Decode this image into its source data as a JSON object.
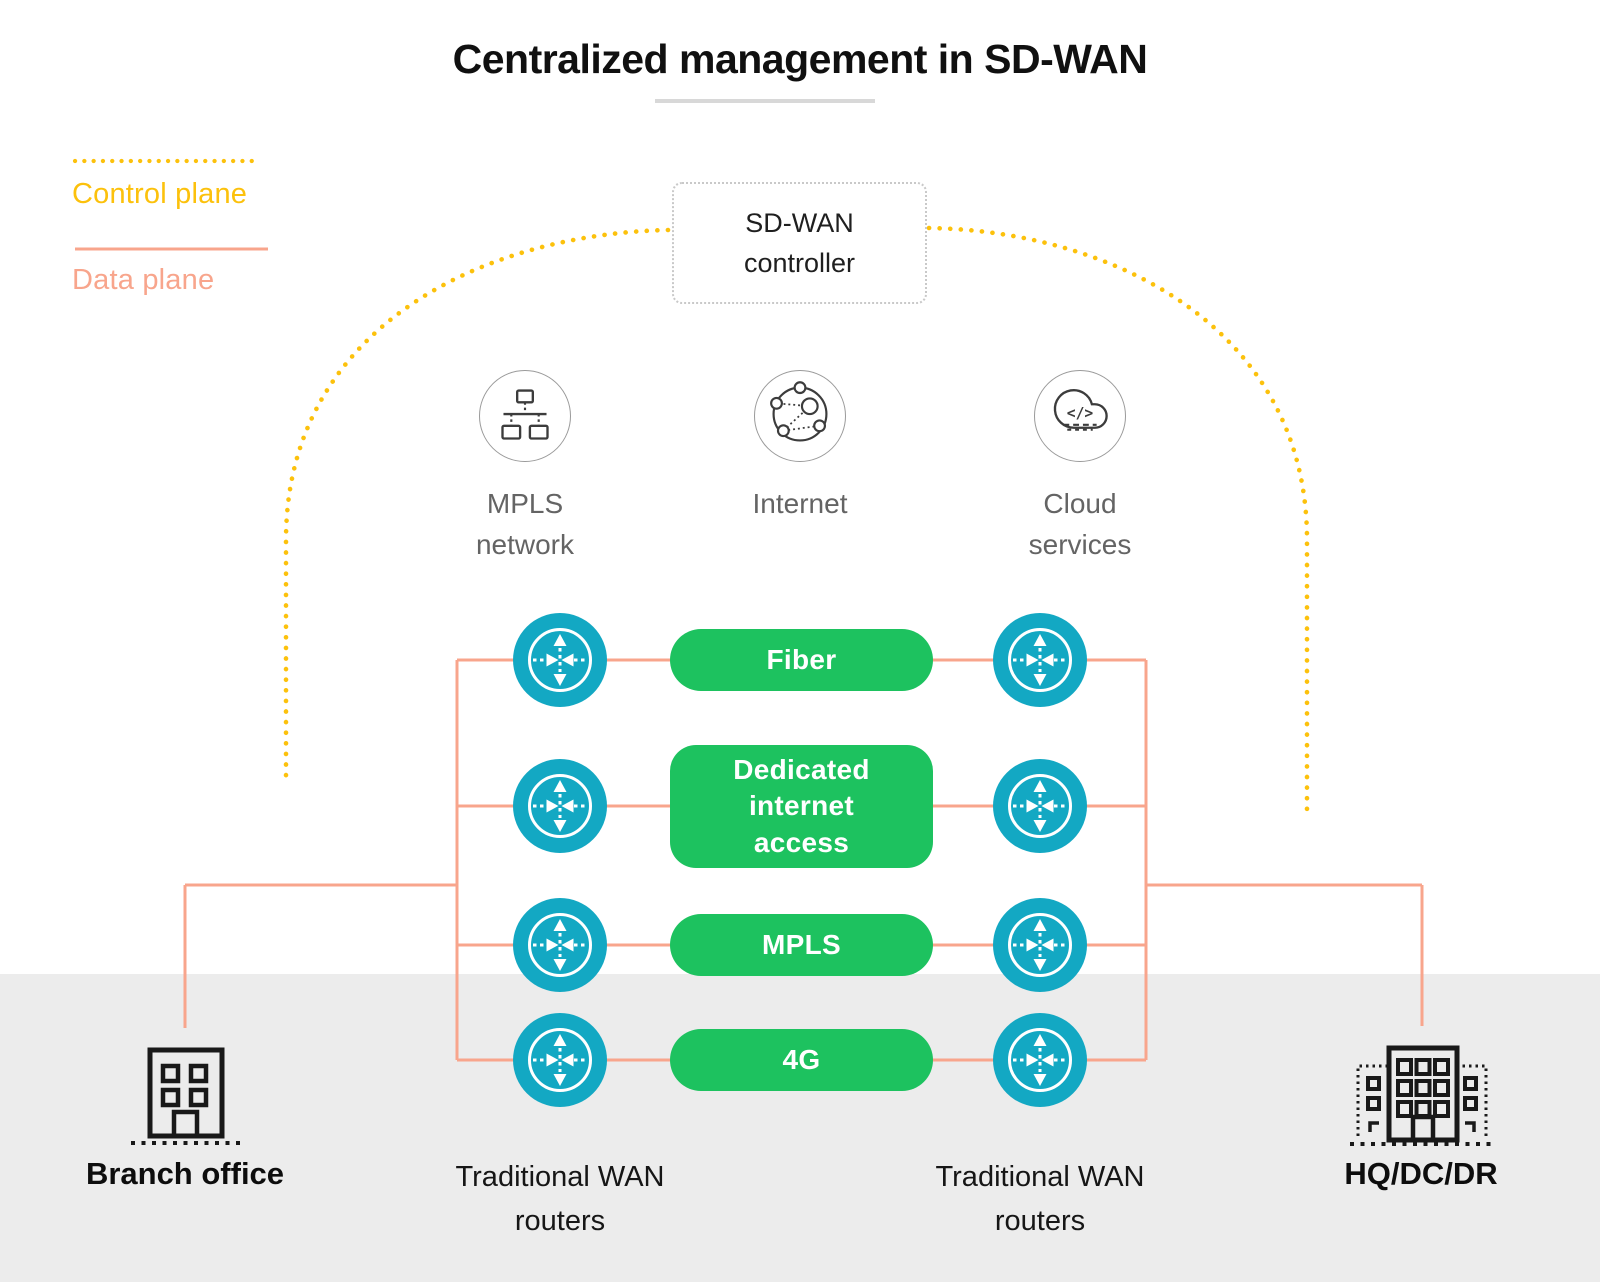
{
  "title": "Centralized management in SD-WAN",
  "legend": {
    "control_plane_label": "Control plane",
    "data_plane_label": "Data plane"
  },
  "controller_label": "SD-WAN controller",
  "transports": [
    {
      "label": "MPLS network",
      "icon": "mpls-network-icon"
    },
    {
      "label": "Internet",
      "icon": "internet-globe-icon"
    },
    {
      "label": "Cloud services",
      "icon": "cloud-code-icon"
    }
  ],
  "links": [
    {
      "label": "Fiber"
    },
    {
      "label": "Dedicated internet access"
    },
    {
      "label": "MPLS"
    },
    {
      "label": "4G"
    }
  ],
  "router_groups": {
    "left_label": "Traditional WAN routers",
    "right_label": "Traditional WAN routers"
  },
  "sites": {
    "left_label": "Branch office",
    "right_label": "HQ/DC/DR"
  },
  "colors": {
    "control_plane": "#FCC10C",
    "data_plane": "#F8A58C",
    "link_pill_green": "#1DC25F",
    "router_teal": "#13A8C3",
    "footer_band_gray": "#ECECEC",
    "label_gray": "#646464"
  }
}
